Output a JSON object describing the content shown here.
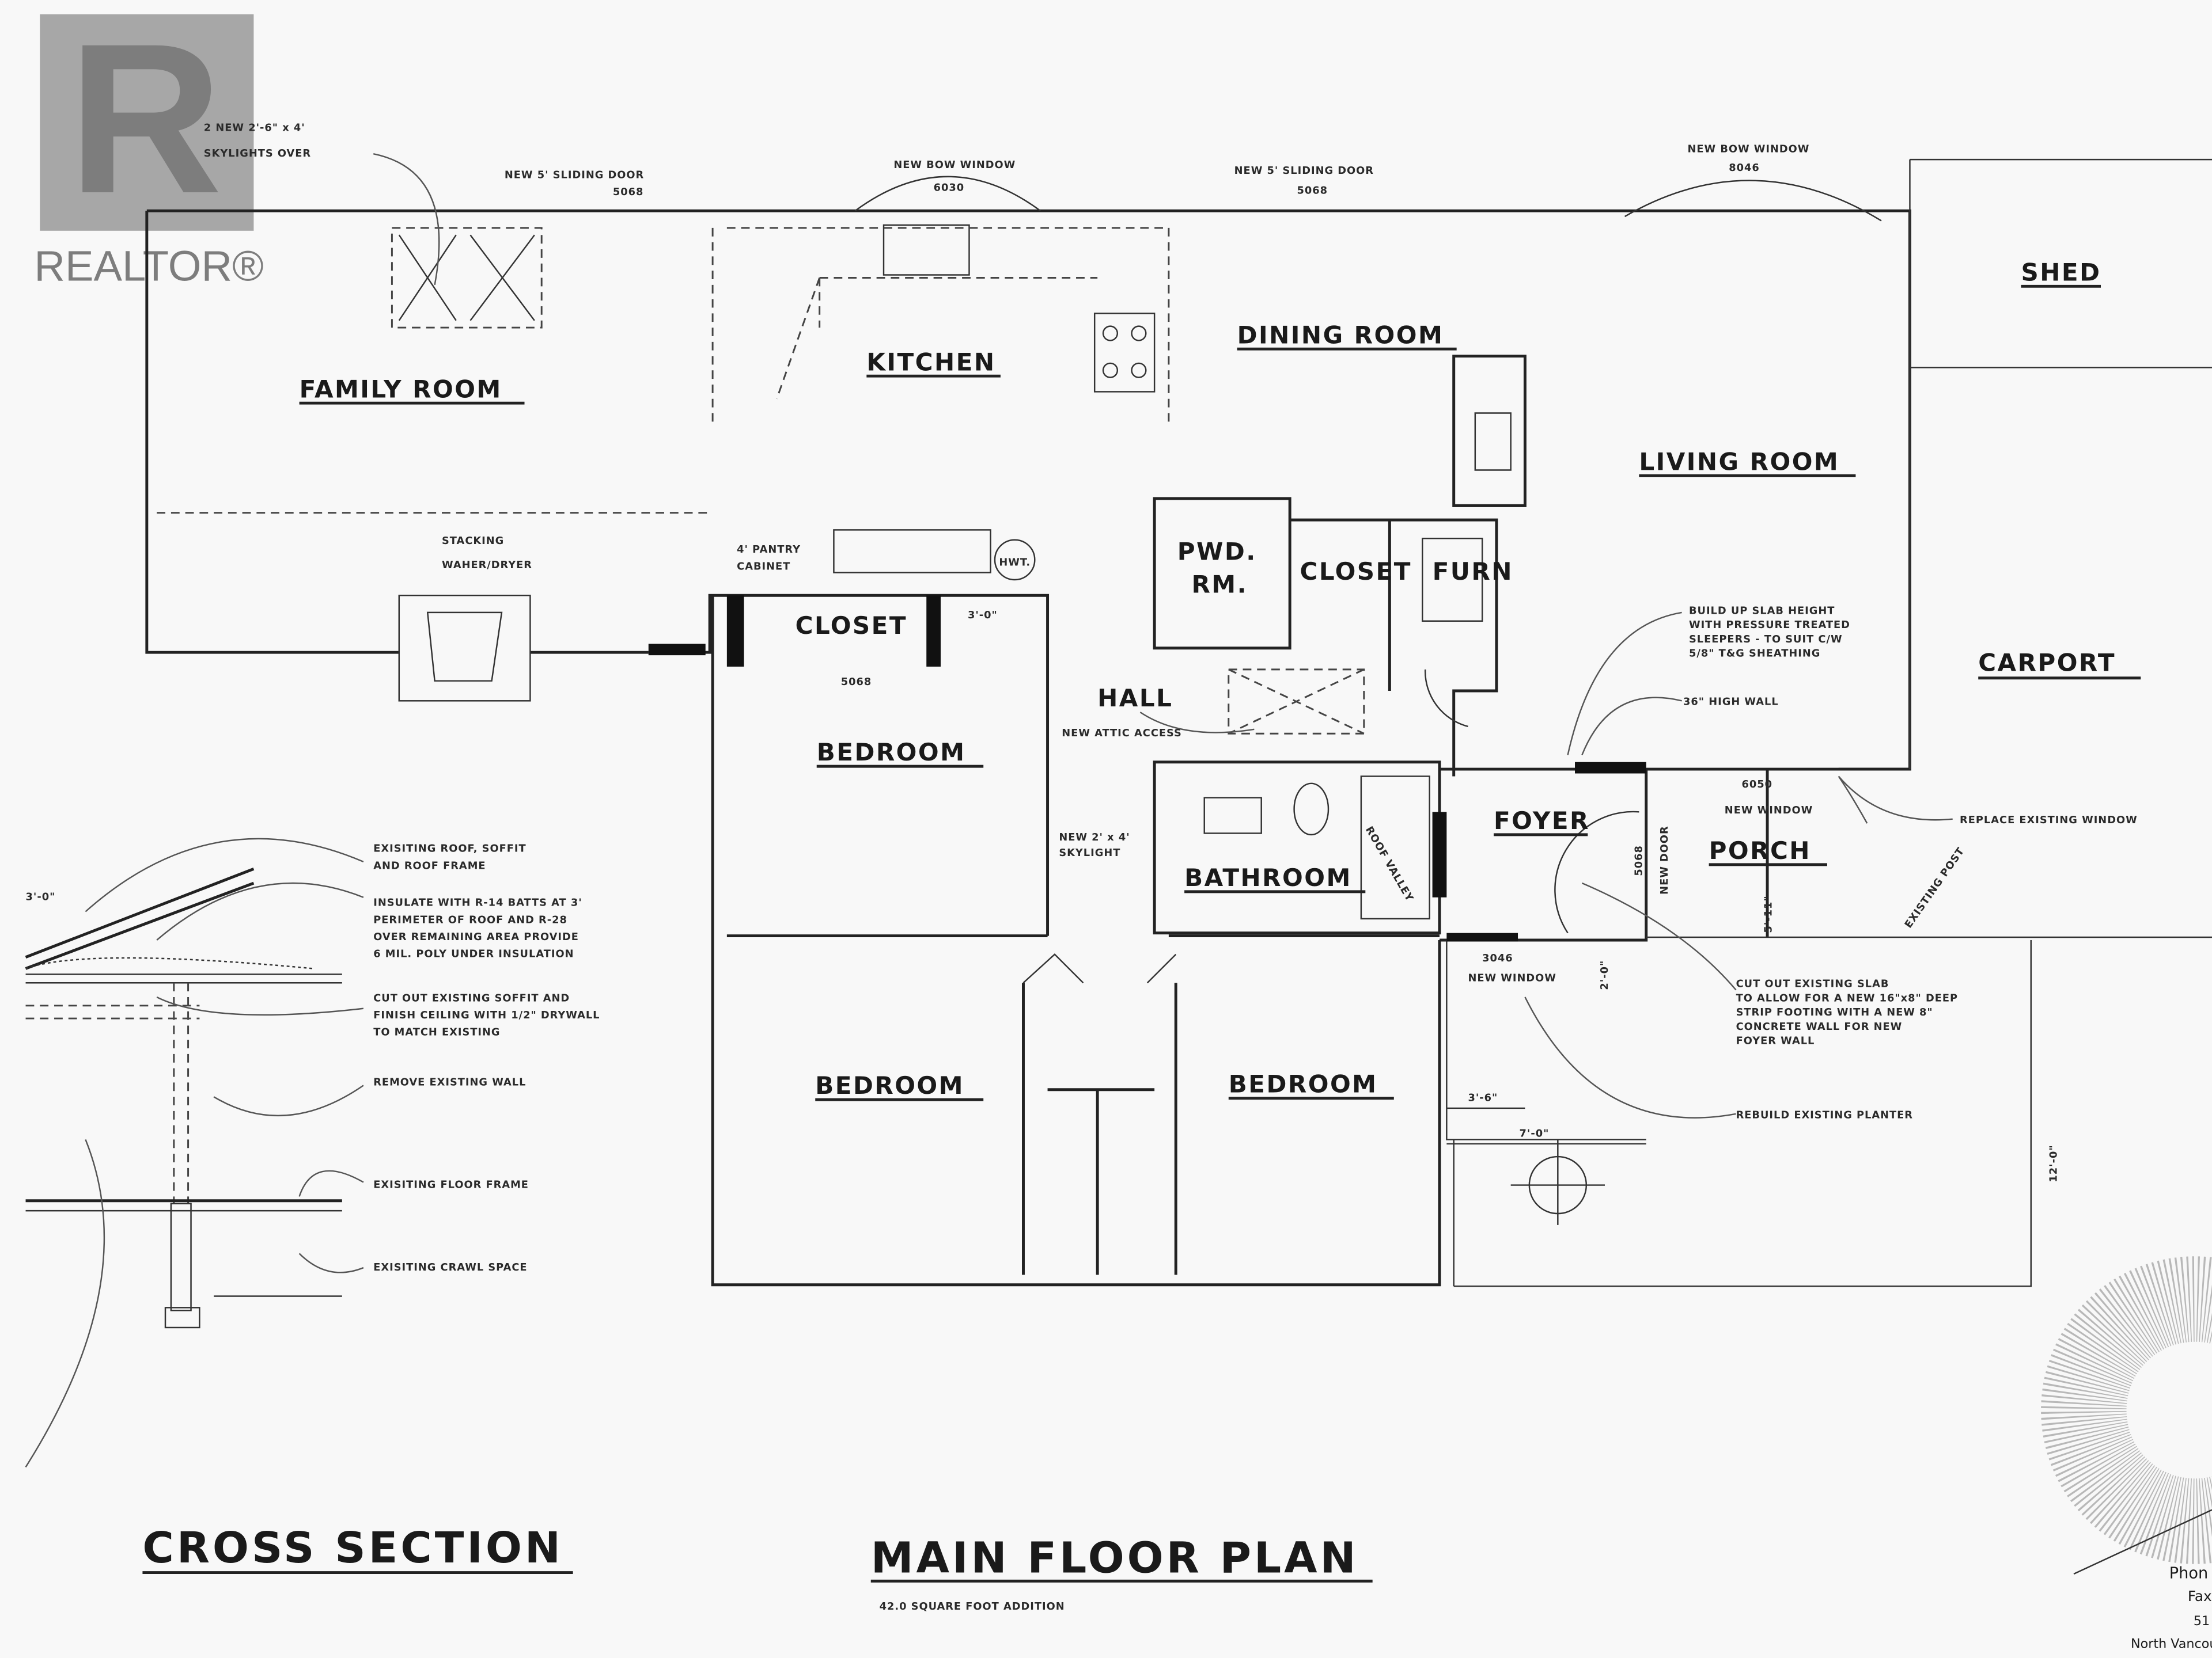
{
  "logo": {
    "text": "REALTOR®",
    "mark": "R"
  },
  "rooms": {
    "family_room": "FAMILY ROOM",
    "kitchen": "KITCHEN",
    "dining_room": "DINING ROOM",
    "living_room": "LIVING ROOM",
    "shed": "SHED",
    "carport": "CARPORT",
    "hall": "HALL",
    "bedroom_1": "BEDROOM",
    "bedroom_2": "BEDROOM",
    "bedroom_3": "BEDROOM",
    "bathroom": "BATHROOM",
    "foyer": "FOYER",
    "porch": "PORCH",
    "closet_1": "CLOSET",
    "closet_2": "CLOSET",
    "furn": "FURN",
    "pwd_rm_1": "PWD.",
    "pwd_rm_2": "RM."
  },
  "notes": {
    "skylights": [
      "2 NEW 2'-6\" x 4'",
      "SKYLIGHTS OVER"
    ],
    "sliding_door_1": [
      "NEW 5' SLIDING DOOR",
      "5068"
    ],
    "bow_window_1": [
      "NEW BOW WINDOW",
      "6030"
    ],
    "sliding_door_2": [
      "NEW 5' SLIDING DOOR",
      "5068"
    ],
    "bow_window_2": [
      "NEW BOW WINDOW",
      "8046"
    ],
    "washer": [
      "STACKING",
      "WAHER/DRYER"
    ],
    "pantry": [
      "4' PANTRY",
      "CABINET"
    ],
    "hwt": "HWT.",
    "closet_door": "5068",
    "dim_3_0": "3'-0\"",
    "attic": "NEW ATTIC ACCESS",
    "slab": [
      "BUILD UP SLAB HEIGHT",
      "WITH PRESSURE TREATED",
      "SLEEPERS - TO SUIT C/W",
      "5/8\" T&G SHEATHING"
    ],
    "high_wall": "36\" HIGH WALL",
    "new_window": [
      "6050",
      "NEW WINDOW"
    ],
    "replace_window": "REPLACE EXISTING WINDOW",
    "skylight_2": [
      "NEW 2' x 4'",
      "SKYLIGHT"
    ],
    "roof_valley": "ROOF VALLEY",
    "new_door": [
      "5068",
      "NEW DOOR"
    ],
    "dim_5_11": "5'-11\"",
    "existing_post": "EXISTING POST",
    "window_3046": [
      "3046",
      "NEW WINDOW"
    ],
    "dim_2_0": "2'-0\"",
    "cut_slab": [
      "CUT OUT EXISTING SLAB",
      "TO ALLOW FOR A NEW 16\"x8\" DEEP",
      "STRIP FOOTING WITH A NEW 8\"",
      "CONCRETE WALL FOR NEW",
      "FOYER WALL"
    ],
    "dim_3_6": "3'-6\"",
    "dim_7_0": "7'-0\"",
    "planter": "REBUILD EXISTING PLANTER",
    "dim_12_0": "12'-0\""
  },
  "cross_section": {
    "dim": "3'-0\"",
    "roof": [
      "EXISITING ROOF, SOFFIT",
      "AND ROOF FRAME"
    ],
    "insulate": [
      "INSULATE WITH R-14 BATTS AT 3'",
      "PERIMETER OF ROOF AND R-28",
      "OVER REMAINING AREA PROVIDE",
      "6 MIL. POLY UNDER INSULATION"
    ],
    "soffit": [
      "CUT OUT EXISTING SOFFIT AND",
      "FINISH CEILING WITH 1/2\" DRYWALL",
      "TO MATCH EXISTING"
    ],
    "wall": "REMOVE EXISTING WALL",
    "floor": "EXISITING FLOOR FRAME",
    "crawl": "EXISITING CRAWL SPACE"
  },
  "titles": {
    "cross_section": "CROSS SECTION",
    "main_floor_plan": "MAIN FLOOR PLAN",
    "subtitle": "42.0 SQUARE FOOT ADDITION"
  },
  "title_block": [
    "Phon",
    "Fax",
    "51",
    "North Vancou"
  ]
}
